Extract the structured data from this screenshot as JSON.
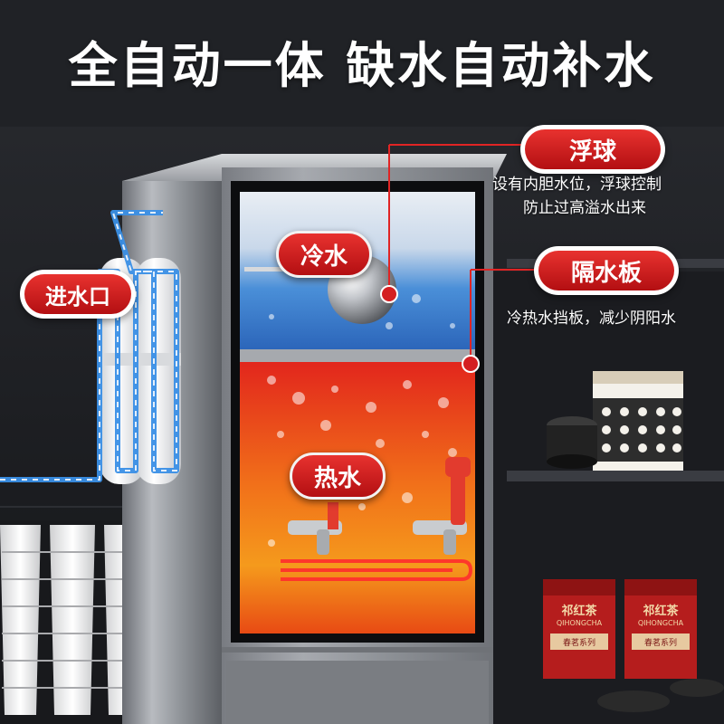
{
  "headline": "全自动一体  缺水自动补水",
  "labels": {
    "float_ball": "浮球",
    "partition": "隔水板",
    "cold_water": "冷水",
    "hot_water": "热水",
    "water_inlet": "进水口"
  },
  "notes": {
    "float_ball_line1": "设有内胆水位，浮球控制",
    "float_ball_line2": "防止过高溢水出来",
    "partition_line1": "冷热水挡板，减少阴阳水"
  },
  "products": {
    "tea_name": "祁红茶",
    "tea_pinyin": "QIHONGCHA",
    "tea_series": "春茗系列"
  },
  "colors": {
    "accent_red": "#d41f22",
    "cold_blue": "#2f7fd6",
    "hot_orange": "#f08a12"
  }
}
